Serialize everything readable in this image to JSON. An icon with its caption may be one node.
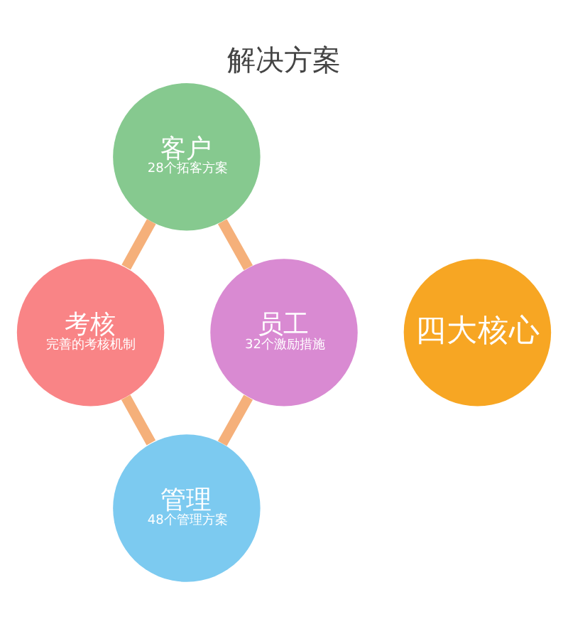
{
  "diagram": {
    "title": "解决方案",
    "nodes": [
      {
        "text": [
          "客户",
          "28个拓客方案"
        ]
      },
      {
        "text": [
          "员工",
          "32个激励措施"
        ]
      },
      {
        "text": [
          "四大核心"
        ]
      },
      {
        "text": [
          "考核",
          "完善的考核机制"
        ]
      },
      {
        "text": [
          "管理",
          "48个管理方案"
        ]
      }
    ],
    "edges": [
      {
        "from": 0,
        "to": 3,
        "arrow": "none"
      },
      {
        "from": 3,
        "to": 4,
        "arrow": "none"
      },
      {
        "from": 4,
        "to": 1,
        "arrow": "none"
      },
      {
        "from": 1,
        "to": 0,
        "arrow": "none"
      }
    ]
  }
}
